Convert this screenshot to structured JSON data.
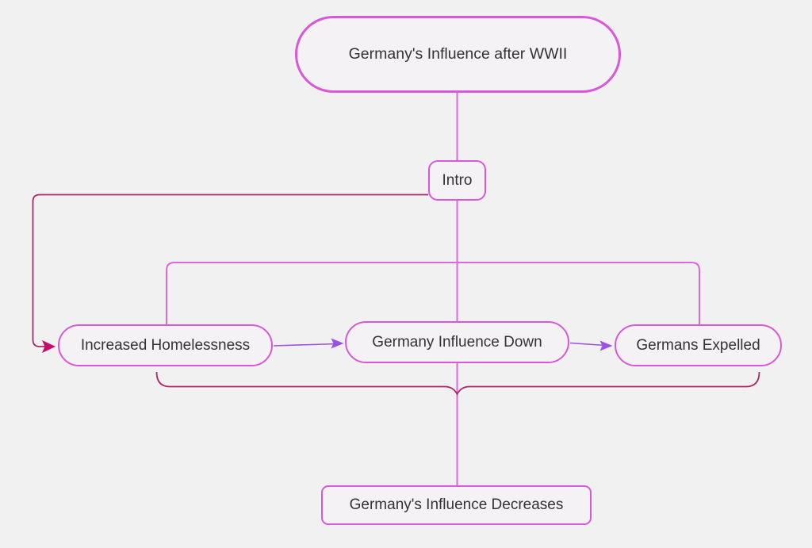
{
  "diagram": {
    "type": "flowchart",
    "title": "Germany's Influence after WWII",
    "nodes": [
      {
        "id": "root",
        "label": "Germany's Influence after WWII",
        "shape": "stadium"
      },
      {
        "id": "intro",
        "label": "Intro",
        "shape": "rounded-rectangle"
      },
      {
        "id": "increased-homelessness",
        "label": "Increased Homelessness",
        "shape": "stadium"
      },
      {
        "id": "germany-influence-down",
        "label": "Germany Influence Down",
        "shape": "stadium"
      },
      {
        "id": "germans-expelled",
        "label": "Germans Expelled",
        "shape": "stadium"
      },
      {
        "id": "influence-decreases",
        "label": "Germany's Influence Decreases",
        "shape": "rounded-rectangle"
      }
    ],
    "edges": [
      {
        "from": "root",
        "to": "intro",
        "style": "plain",
        "color_key": "link_magenta"
      },
      {
        "from": "intro",
        "to": "increased-homelessness",
        "style": "arrow",
        "color_key": "link_crimson"
      },
      {
        "from": "intro",
        "to": "germany-influence-down",
        "style": "plain",
        "color_key": "link_magenta"
      },
      {
        "from": "intro",
        "to": "germans-expelled",
        "style": "plain",
        "color_key": "link_magenta"
      },
      {
        "from": "increased-homelessness",
        "to": "germany-influence-down",
        "style": "arrow",
        "color_key": "link_violet"
      },
      {
        "from": "germany-influence-down",
        "to": "germans-expelled",
        "style": "arrow",
        "color_key": "link_violet"
      },
      {
        "from": "row-group",
        "to": "influence-decreases",
        "style": "underbrace",
        "color_key": "link_crimson"
      }
    ],
    "colors": {
      "background": "#f2f1f2",
      "node_fill": "#f5f2f5",
      "node_border": "#d957d9",
      "text_color": "#333333",
      "link_magenta": "#e066e0",
      "link_crimson": "#ad2767",
      "arrow_crimson": "#c40d68",
      "link_violet": "#9b51e6"
    }
  }
}
